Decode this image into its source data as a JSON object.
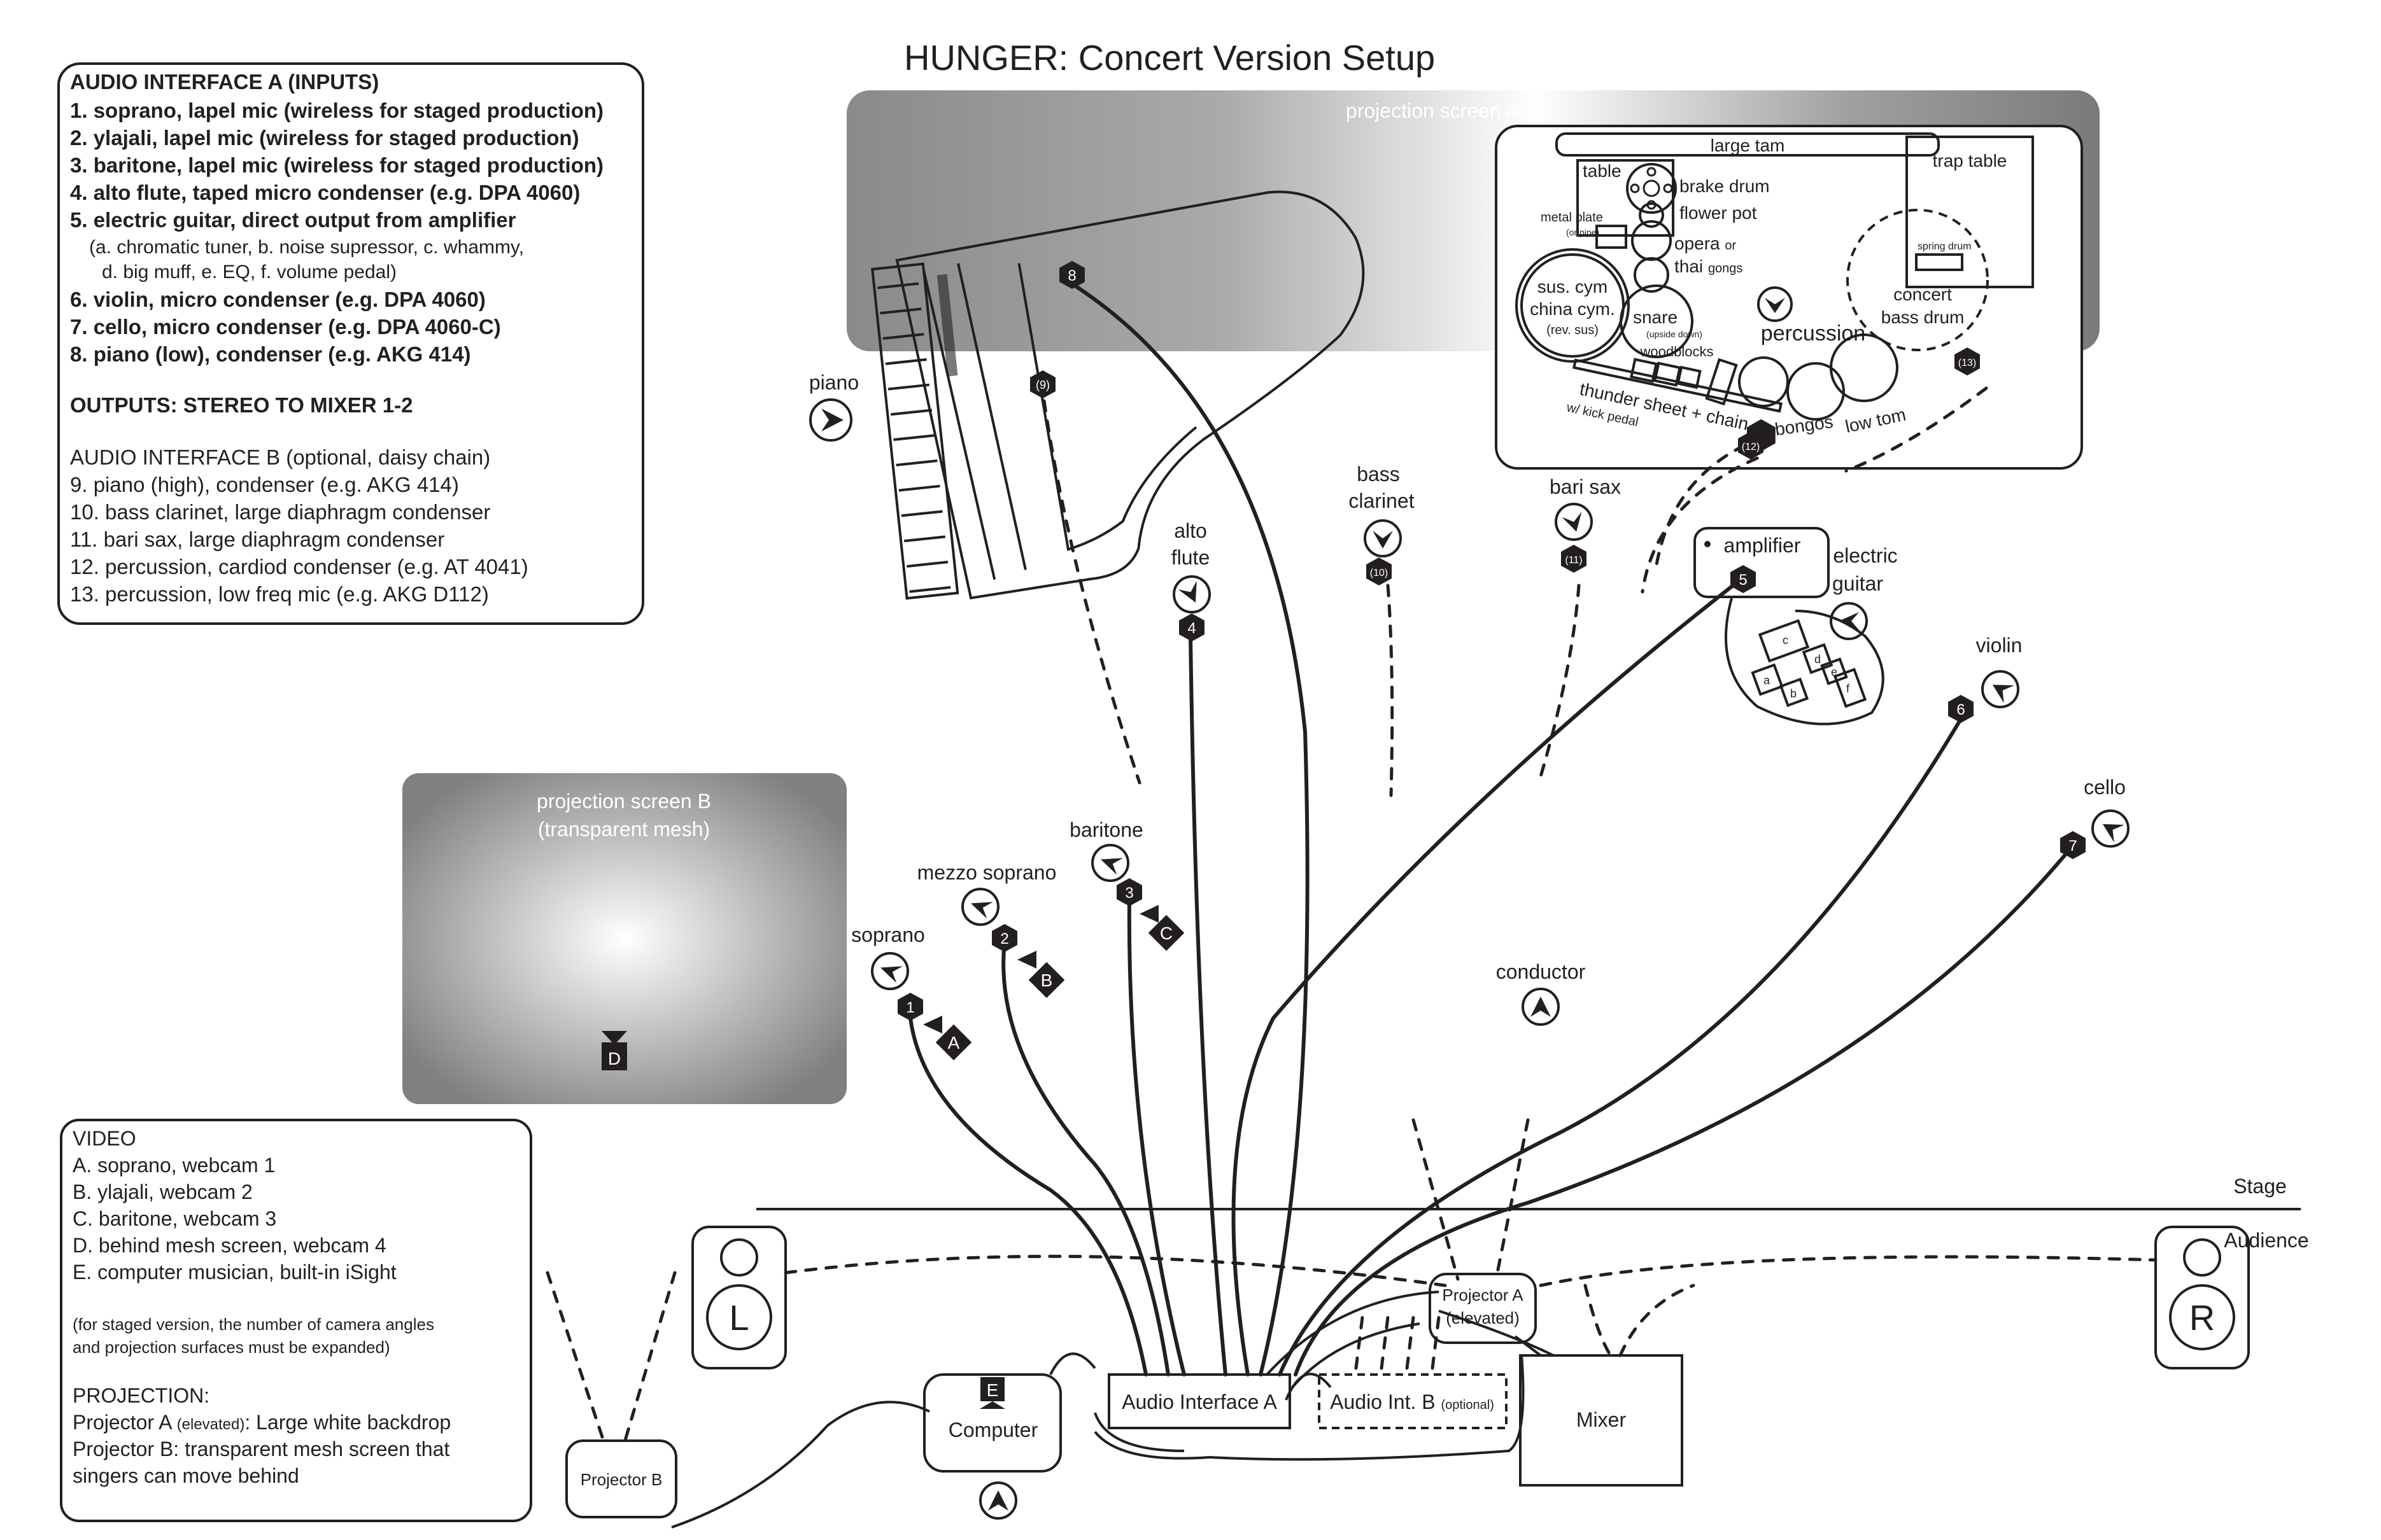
{
  "title": "HUNGER: Concert Version Setup",
  "legend_audio": {
    "header_a": "AUDIO  INTERFACE A (INPUTS)",
    "a1": "1. soprano, lapel mic (wireless for staged production)",
    "a2": "2. ylajali, lapel mic (wireless for staged production)",
    "a3": "3. baritone, lapel mic (wireless for staged production)",
    "a4": "4. alto flute, taped micro condenser (e.g. DPA 4060)",
    "a5": "5. electric guitar, direct output from amplifier",
    "a5b": "(a. chromatic tuner, b. noise supressor, c. whammy,",
    "a5c": "d. big muff, e. EQ, f. volume pedal)",
    "a6": "6. violin, micro condenser (e.g. DPA 4060)",
    "a7": "7. cello, micro condenser (e.g. DPA 4060-C)",
    "a8": "8. piano (low), condenser (e.g. AKG 414)",
    "outputs": "OUTPUTS: STEREO TO MIXER 1-2",
    "header_b": "AUDIO  INTERFACE B (optional, daisy chain)",
    "b9": "9. piano (high), condenser (e.g. AKG 414)",
    "b10": "10. bass clarinet, large diaphragm condenser",
    "b11": "11. bari sax, large diaphragm condenser",
    "b12": "12. percussion, cardiod condenser (e.g. AT 4041)",
    "b13": "13. percussion, low freq mic (e.g.  AKG D112)"
  },
  "legend_video": {
    "header": "VIDEO",
    "va": "A. soprano, webcam 1",
    "vb": "B. ylajali, webcam 2",
    "vc": "C. baritone, webcam 3",
    "vd": "D. behind mesh screen, webcam 4",
    "ve": "E. computer musician, built-in iSight",
    "note1": "(for staged version, the number of camera angles",
    "note2": "and projection surfaces must be expanded)",
    "proj_header": "PROJECTION:",
    "proj_a_pre": "Projector A",
    "proj_a_small": "(elevated)",
    "proj_a_post": ": Large white backdrop",
    "proj_b1": "Projector B: transparent mesh screen that",
    "proj_b2": "singers can move behind"
  },
  "screens": {
    "a": "projection screen A",
    "b1": "projection screen B",
    "b2": "(transparent mesh)"
  },
  "percussion": {
    "large_tam": "large tam",
    "table": "table",
    "trap_table": "trap table",
    "metal_plate": "metal plate",
    "or_pipe": "(or pipe)",
    "brake_drum": "brake drum",
    "flower_pot": "flower pot",
    "opera": "opera",
    "or": "or",
    "thai": "thai",
    "gongs": "gongs",
    "sus_cym": "sus. cym",
    "china_cym": "china cym.",
    "rev_sus": "(rev. sus)",
    "snare": "snare",
    "upside_down": "(upside down)",
    "woodblocks": "woodblocks",
    "percussion_label": "percussion",
    "spring_drum": "spring drum",
    "concert": "concert",
    "bass_drum": "bass drum",
    "thunder": "thunder sheet + chain",
    "kick": "w/ kick pedal",
    "bongos": "bongos",
    "low_tom": "low tom"
  },
  "performers": {
    "piano": "piano",
    "alto1": "alto",
    "alto2": "flute",
    "bass_clar1": "bass",
    "bass_clar2": "clarinet",
    "bari_sax": "bari sax",
    "amplifier": "amplifier",
    "eguitar1": "electric",
    "eguitar2": "guitar",
    "violin": "violin",
    "cello": "cello",
    "baritone": "baritone",
    "mezzo": "mezzo soprano",
    "soprano": "soprano",
    "conductor": "conductor"
  },
  "pedals": [
    "c",
    "a",
    "d",
    "e",
    "b",
    "f"
  ],
  "mic_badges": {
    "m1": "1",
    "m2": "2",
    "m3": "3",
    "m4": "4",
    "m5": "5",
    "m6": "6",
    "m7": "7",
    "m8": "8",
    "m9": "(9)",
    "m10": "(10)",
    "m11": "(11)",
    "m12": "(12)",
    "m13": "(13)"
  },
  "cam_badges": {
    "a": "A",
    "b": "B",
    "c": "C",
    "d": "D",
    "e": "E"
  },
  "stage": {
    "stage_label": "Stage",
    "audience_label": "Audience",
    "speaker_l": "L",
    "speaker_r": "R",
    "audio_interface_a": "Audio Interface A",
    "audio_int_b": "Audio Int. B",
    "optional": "(optional)",
    "mixer": "Mixer",
    "computer": "Computer",
    "projector_a1": "Projector A",
    "projector_a2": "(elevated)",
    "projector_b": "Projector B"
  }
}
